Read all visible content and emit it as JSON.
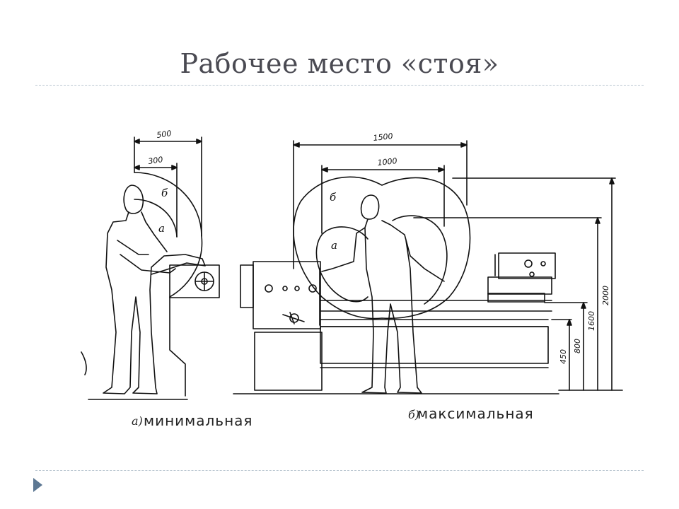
{
  "slide": {
    "title": "Рабочее место «стоя»"
  },
  "figure_a": {
    "marker": "а)",
    "caption": "минимальная",
    "dimensions": {
      "outer": "500",
      "inner": "300"
    },
    "zones": {
      "outer": "б",
      "inner": "а"
    }
  },
  "figure_b": {
    "marker": "б)",
    "caption": "максимальная",
    "dimensions": {
      "outer": "1500",
      "inner": "1000",
      "h1": "2000",
      "h2": "1600",
      "h3": "800",
      "h4": "450"
    },
    "zones": {
      "outer": "б",
      "inner": "а"
    }
  },
  "icons": {
    "nav": "triangle-right-icon"
  },
  "colors": {
    "title": "#4a4a52",
    "rule": "#b9c6d0",
    "nav": "#5d7893"
  }
}
